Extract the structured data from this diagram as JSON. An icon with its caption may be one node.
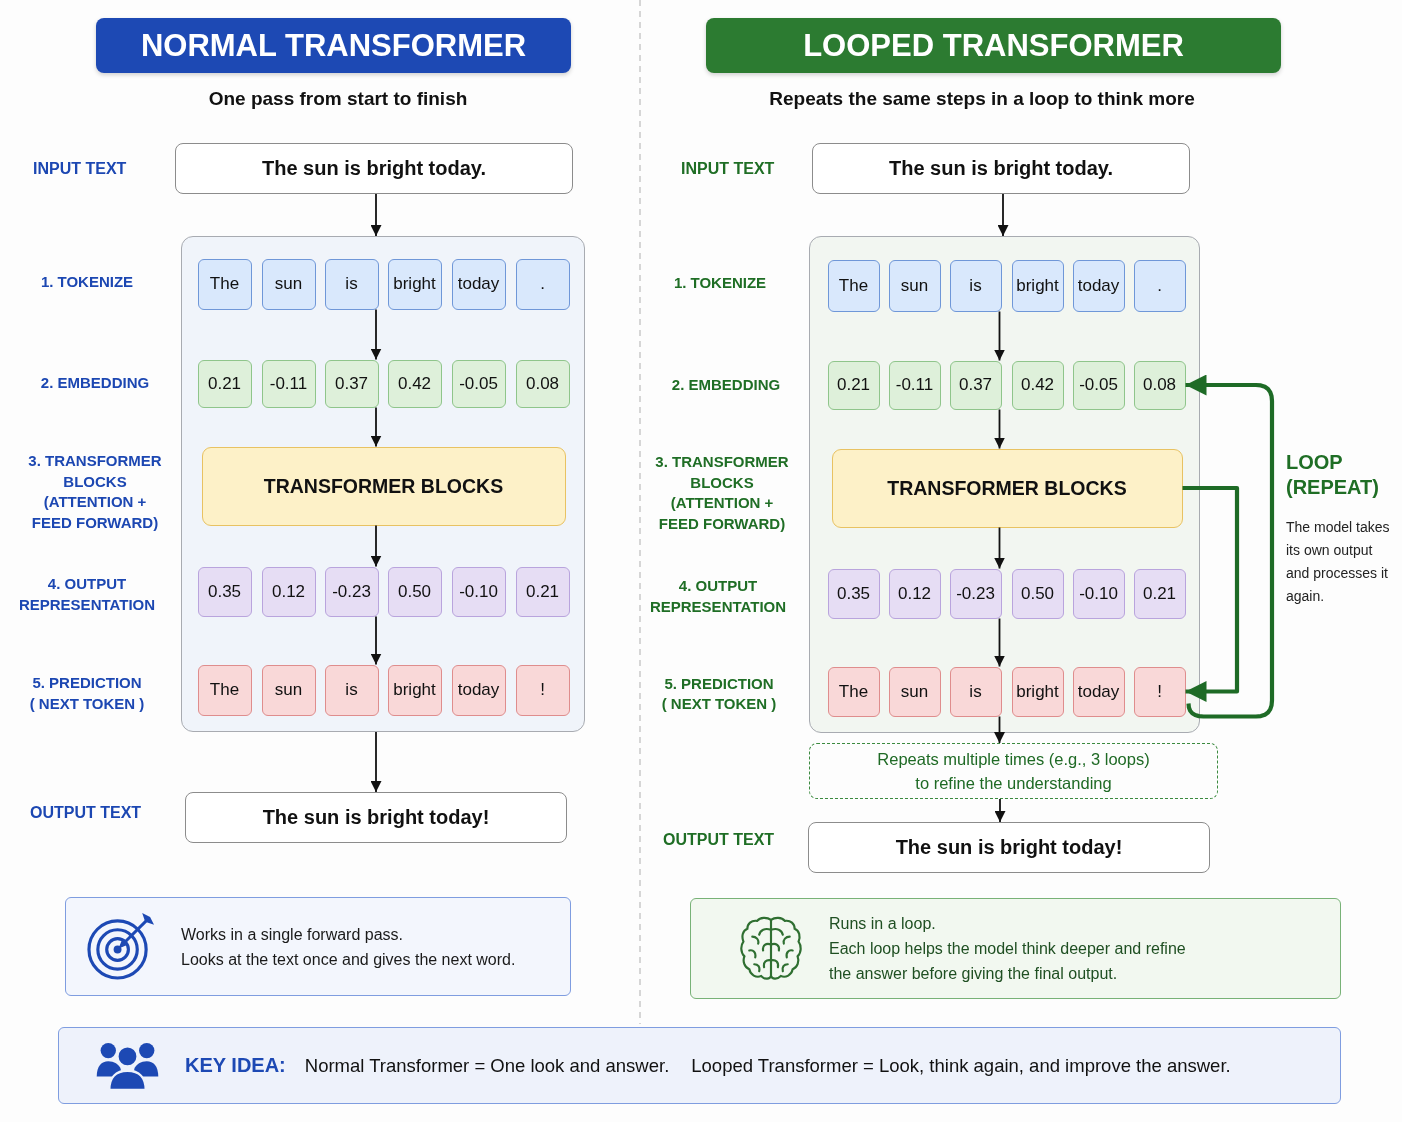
{
  "diagram": {
    "nodes": [
      {
        "text": [
          "NORMAL TRANSFORMER"
        ]
      },
      {
        "text": [
          "The sun is bright today."
        ]
      },
      {
        "text": [],
        "shape": "box"
      },
      {
        "text": [
          "The"
        ],
        "in": 2
      },
      {
        "text": [
          "sun"
        ],
        "in": 2
      },
      {
        "text": [
          "is"
        ],
        "in": 2
      },
      {
        "text": [
          "bright"
        ],
        "in": 2
      },
      {
        "text": [
          "today"
        ],
        "in": 2
      },
      {
        "text": [
          "."
        ],
        "in": 2
      },
      {
        "text": [
          "0.21"
        ],
        "in": 2
      },
      {
        "text": [
          "-0.11"
        ],
        "in": 2
      },
      {
        "text": [
          "0.37"
        ],
        "in": 2
      },
      {
        "text": [
          "0.42"
        ],
        "in": 2
      },
      {
        "text": [
          "-0.05"
        ],
        "in": 2
      },
      {
        "text": [
          "0.08"
        ],
        "in": 2
      },
      {
        "text": [
          "TRANSFORMER BLOCKS"
        ],
        "in": 2
      },
      {
        "text": [
          "0.35"
        ],
        "in": 2
      },
      {
        "text": [
          "0.12"
        ],
        "in": 2
      },
      {
        "text": [
          "-0.23"
        ],
        "in": 2
      },
      {
        "text": [
          "0.50"
        ],
        "in": 2
      },
      {
        "text": [
          "-0.10"
        ],
        "in": 2
      },
      {
        "text": [
          "0.21"
        ],
        "in": 2
      },
      {
        "text": [
          "The"
        ],
        "in": 2
      },
      {
        "text": [
          "sun"
        ],
        "in": 2
      },
      {
        "text": [
          "is"
        ],
        "in": 2
      },
      {
        "text": [
          "bright"
        ],
        "in": 2
      },
      {
        "text": [
          "today"
        ],
        "in": 2
      },
      {
        "text": [
          "!"
        ],
        "in": 2
      },
      {
        "text": [
          "The sun is bright today!"
        ]
      },
      {
        "text": [
          "Works in a single forward pass.",
          "Looks at the text once and gives the next word."
        ]
      },
      {
        "text": [
          "LOOPED TRANSFORMER"
        ]
      },
      {
        "text": [
          "The sun is bright today."
        ]
      },
      {
        "text": [],
        "shape": "box"
      },
      {
        "text": [
          "The"
        ],
        "in": 32
      },
      {
        "text": [
          "sun"
        ],
        "in": 32
      },
      {
        "text": [
          "is"
        ],
        "in": 32
      },
      {
        "text": [
          "bright"
        ],
        "in": 32
      },
      {
        "text": [
          "today"
        ],
        "in": 32
      },
      {
        "text": [
          "."
        ],
        "in": 32
      },
      {
        "text": [
          "0.21"
        ],
        "in": 32
      },
      {
        "text": [
          "-0.11"
        ],
        "in": 32
      },
      {
        "text": [
          "0.37"
        ],
        "in": 32
      },
      {
        "text": [
          "0.42"
        ],
        "in": 32
      },
      {
        "text": [
          "-0.05"
        ],
        "in": 32
      },
      {
        "text": [
          "0.08"
        ],
        "in": 32
      },
      {
        "text": [
          "TRANSFORMER BLOCKS"
        ],
        "in": 32
      },
      {
        "text": [
          "0.35"
        ],
        "in": 32
      },
      {
        "text": [
          "0.12"
        ],
        "in": 32
      },
      {
        "text": [
          "-0.23"
        ],
        "in": 32
      },
      {
        "text": [
          "0.50"
        ],
        "in": 32
      },
      {
        "text": [
          "-0.10"
        ],
        "in": 32
      },
      {
        "text": [
          "0.21"
        ],
        "in": 32
      },
      {
        "text": [
          "The"
        ],
        "in": 32
      },
      {
        "text": [
          "sun"
        ],
        "in": 32
      },
      {
        "text": [
          "is"
        ],
        "in": 32
      },
      {
        "text": [
          "bright"
        ],
        "in": 32
      },
      {
        "text": [
          "today"
        ],
        "in": 32
      },
      {
        "text": [
          "!"
        ],
        "in": 32
      },
      {
        "text": [
          "Repeats multiple times (e.g., 3 loops) to refine the understanding"
        ]
      },
      {
        "text": [
          "The sun is bright today!"
        ]
      },
      {
        "text": [
          "Runs in a loop.",
          "Each loop helps the model think deeper and refine the answer before giving the final output."
        ]
      },
      {
        "text": [
          "KEY IDEA:",
          "Normal Transformer = One look and answer.",
          "Looped Transformer = Look, think again, and improve the answer."
        ]
      }
    ],
    "edges": [
      {
        "from": 1,
        "to": 2,
        "arrow": "to"
      },
      {
        "from": 5,
        "to": 11,
        "arrow": "to"
      },
      {
        "from": 11,
        "to": 15,
        "arrow": "to"
      },
      {
        "from": 15,
        "to": 18,
        "arrow": "to"
      },
      {
        "from": 18,
        "to": 24,
        "arrow": "to"
      },
      {
        "from": 2,
        "to": 28,
        "arrow": "to"
      },
      {
        "from": 31,
        "to": 32,
        "arrow": "to"
      },
      {
        "from": 35,
        "to": 41,
        "arrow": "to"
      },
      {
        "from": 41,
        "to": 45,
        "arrow": "to"
      },
      {
        "from": 45,
        "to": 48,
        "arrow": "to"
      },
      {
        "from": 48,
        "to": 54,
        "arrow": "to"
      },
      {
        "from": 54,
        "to": 58,
        "arrow": "to"
      },
      {
        "from": 58,
        "to": 59,
        "arrow": "to"
      },
      {
        "from": 45,
        "to": 57,
        "arrow": "to",
        "style": "thick",
        "color": "#1e6b26"
      },
      {
        "from": 57,
        "to": 44,
        "arrow": "to",
        "style": "thick",
        "color": "#1e6b26"
      }
    ],
    "labels": [
      "One pass from start to finish",
      "INPUT TEXT",
      "1. TOKENIZE",
      "2. EMBEDDING",
      "3. TRANSFORMER BLOCKS (ATTENTION + FEED FORWARD)",
      "4. OUTPUT REPRESENTATION",
      "5. PREDICTION",
      "( NEXT TOKEN )",
      "OUTPUT TEXT",
      "Repeats the same steps in a loop to think more",
      "INPUT TEXT",
      "1. TOKENIZE",
      "2. EMBEDDING",
      "3. TRANSFORMER BLOCKS (ATTENTION + FEED FORWARD)",
      "4. OUTPUT REPRESENTATION",
      "5. PREDICTION",
      "( NEXT TOKEN )",
      "LOOP (REPEAT)",
      "The model takes its own output and processes it again.",
      "OUTPUT TEXT"
    ]
  }
}
